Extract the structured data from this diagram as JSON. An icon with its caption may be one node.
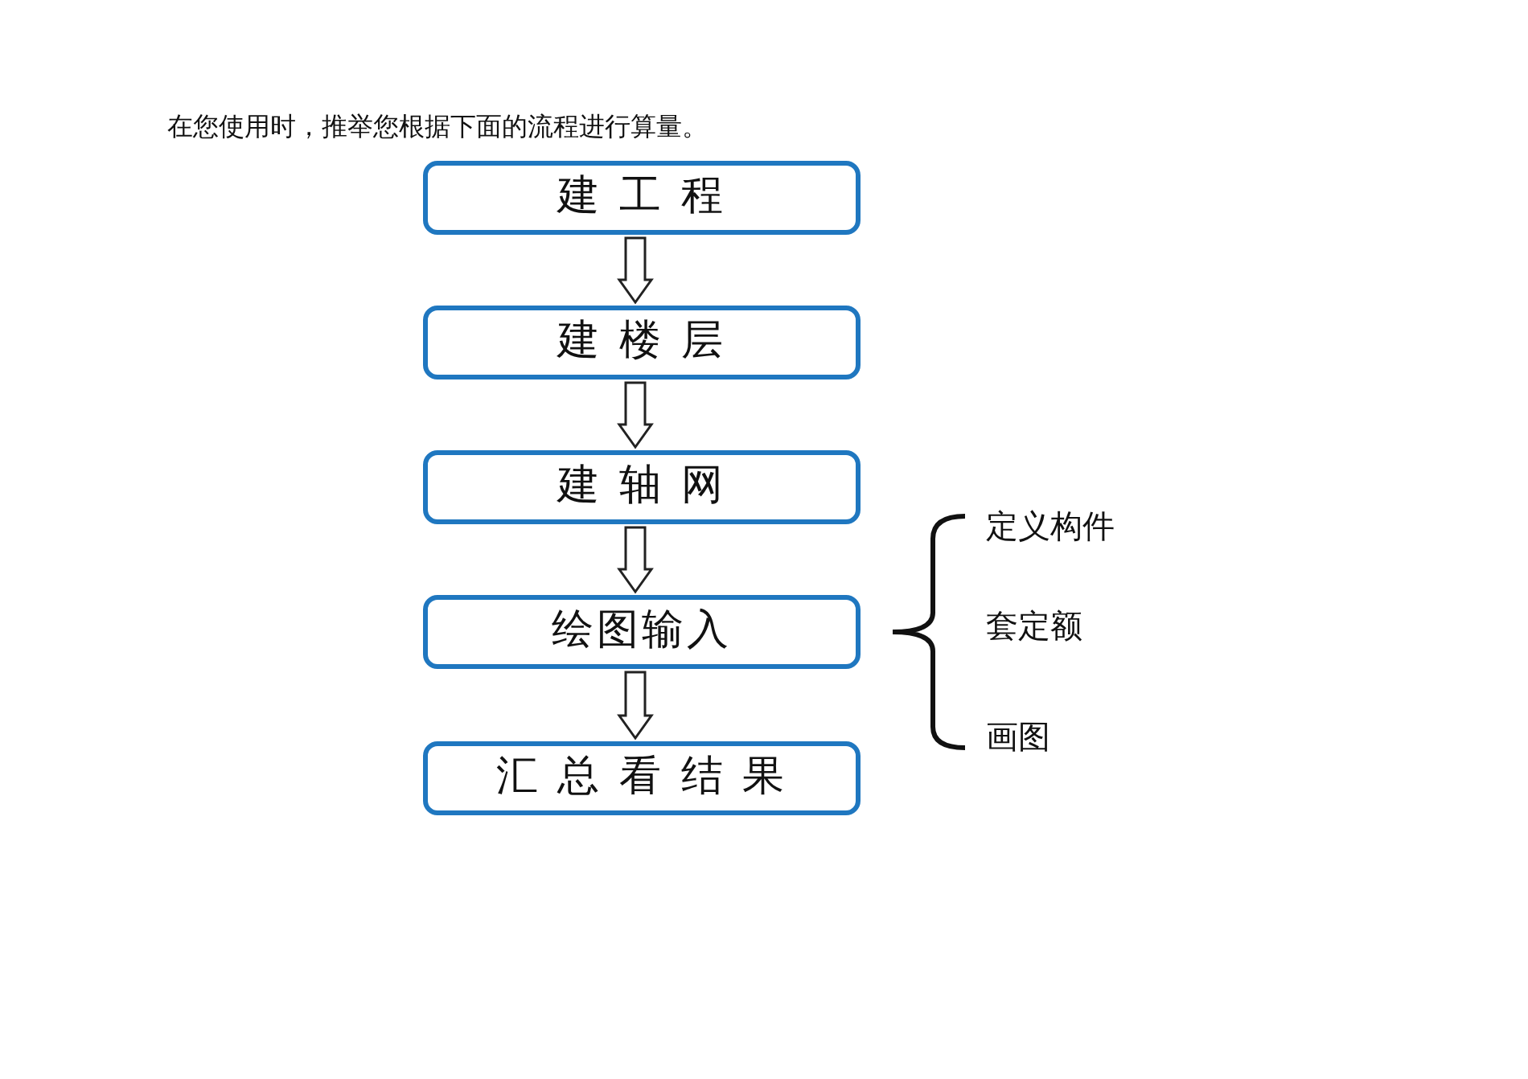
{
  "diagram": {
    "title": "在您使用时，推举您根据下面的流程进行算量。",
    "nodes": [
      {
        "text": [
          "建 工 程"
        ]
      },
      {
        "text": [
          "建 楼 层"
        ]
      },
      {
        "text": [
          "建 轴 网"
        ]
      },
      {
        "text": [
          "绘图输入"
        ]
      },
      {
        "text": [
          "汇 总 看 结 果"
        ]
      }
    ],
    "edges": [
      {
        "from": 0,
        "to": 1,
        "arrow": "to"
      },
      {
        "from": 1,
        "to": 2,
        "arrow": "to"
      },
      {
        "from": 2,
        "to": 3,
        "arrow": "to"
      },
      {
        "from": 3,
        "to": 4,
        "arrow": "to"
      }
    ],
    "labels": [
      "定义构件",
      "套定额",
      "画图"
    ]
  }
}
